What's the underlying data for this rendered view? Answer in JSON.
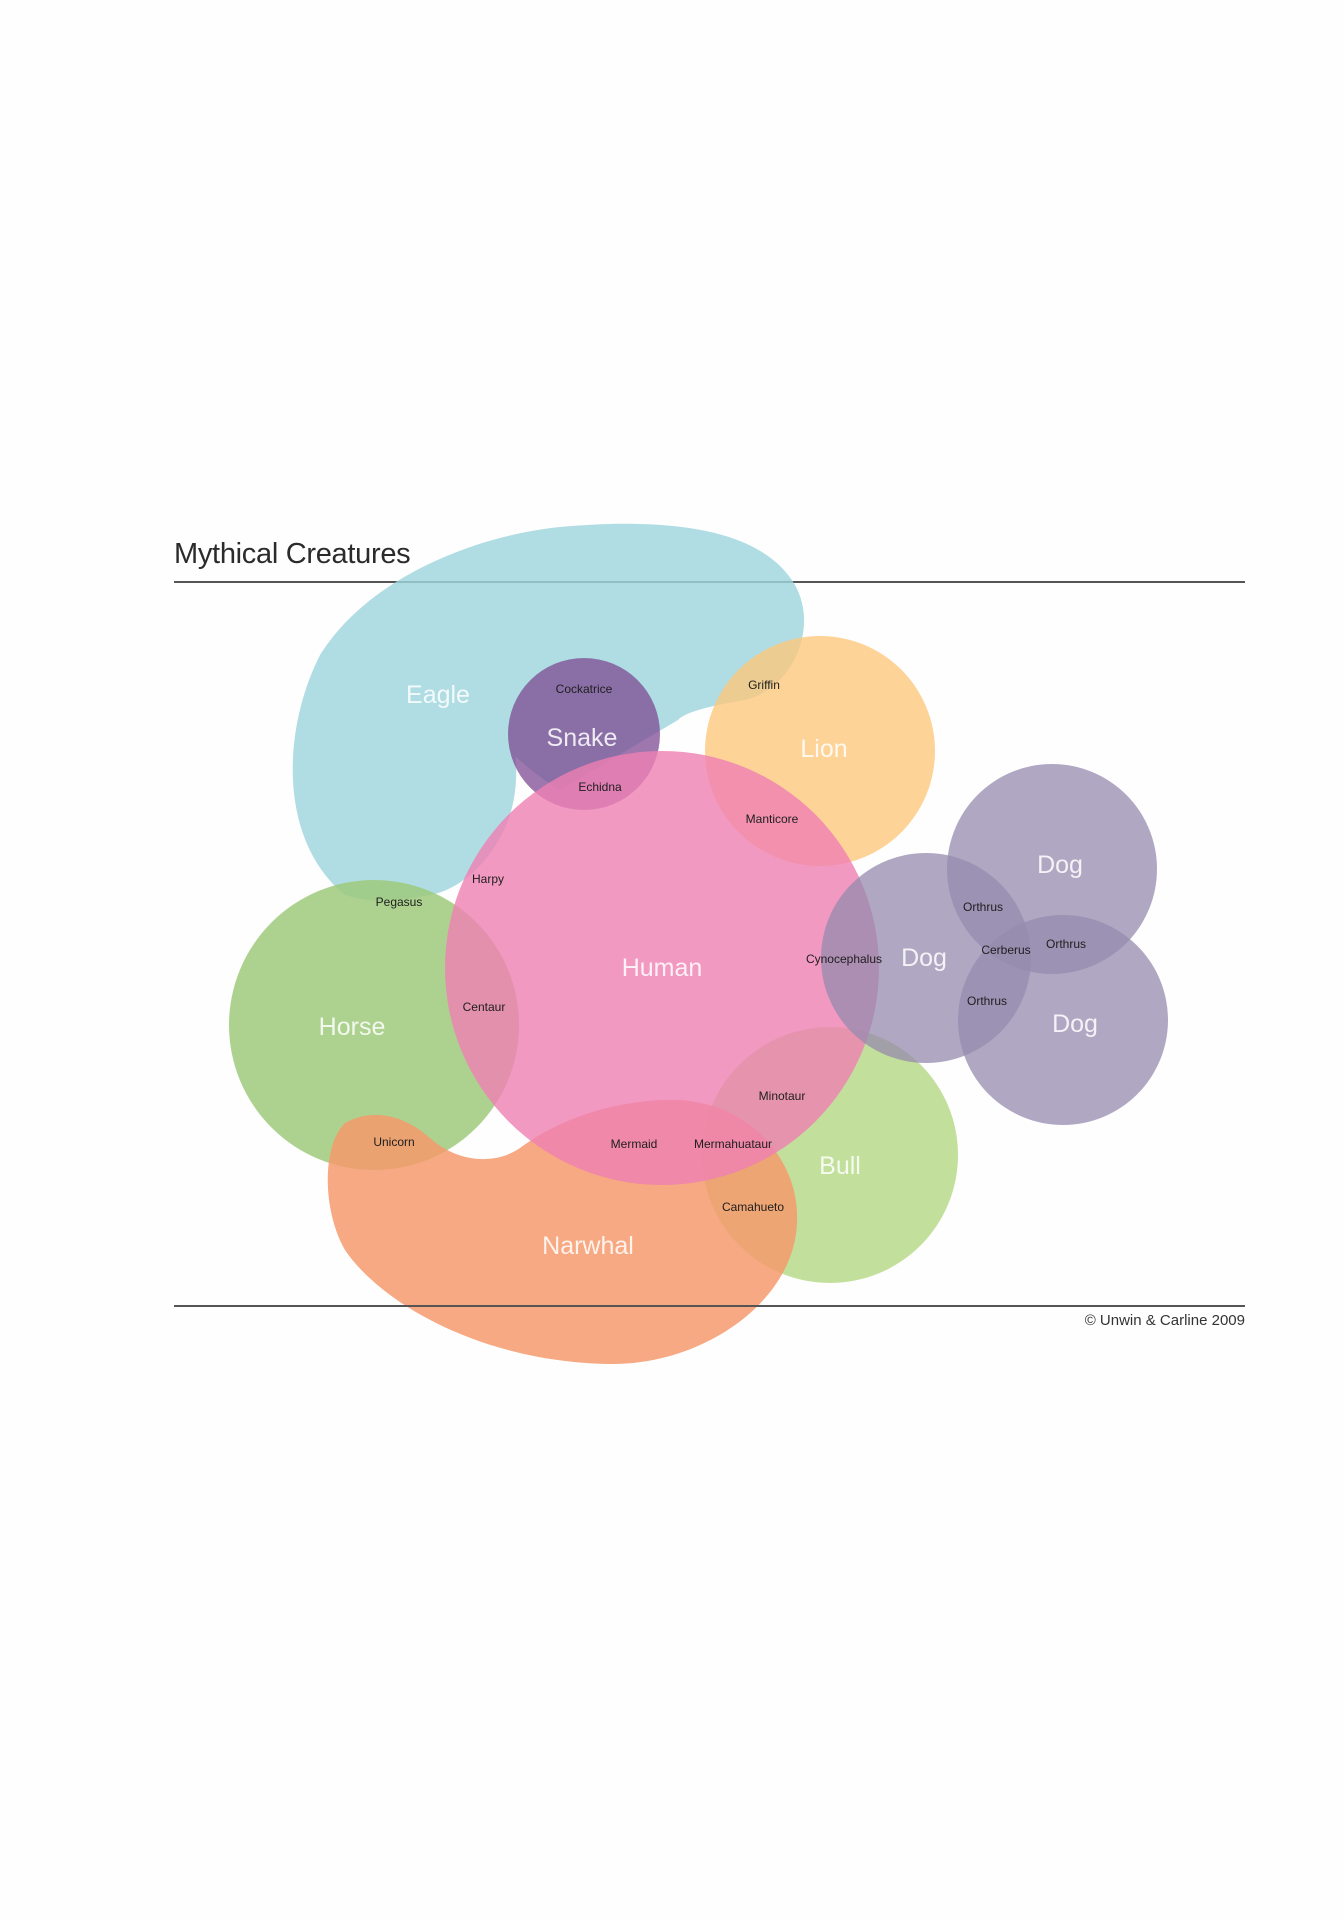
{
  "title": "Mythical Creatures",
  "credit": "© Unwin & Carline 2009",
  "animals": {
    "eagle": {
      "label": "Eagle",
      "color": "#9fd6dd"
    },
    "snake": {
      "label": "Snake",
      "color": "#7d4a93"
    },
    "lion": {
      "label": "Lion",
      "color": "#fdc87d"
    },
    "human": {
      "label": "Human",
      "color": "#ef7fb3"
    },
    "horse": {
      "label": "Horse",
      "color": "#9fca7d"
    },
    "narwhal": {
      "label": "Narwhal",
      "color": "#f49a6c"
    },
    "bull": {
      "label": "Bull",
      "color": "#b7db8b"
    },
    "dog_1": {
      "label": "Dog",
      "color": "#958bae"
    },
    "dog_2": {
      "label": "Dog",
      "color": "#958bae"
    },
    "dog_3": {
      "label": "Dog",
      "color": "#958bae"
    }
  },
  "hybrids": {
    "cockatrice": "Cockatrice",
    "griffin": "Griffin",
    "echidna": "Echidna",
    "manticore": "Manticore",
    "harpy": "Harpy",
    "pegasus": "Pegasus",
    "centaur": "Centaur",
    "cynocephalus": "Cynocephalus",
    "orthrus_1": "Orthrus",
    "orthrus_2": "Orthrus",
    "orthrus_3": "Orthrus",
    "cerberus": "Cerberus",
    "minotaur": "Minotaur",
    "unicorn": "Unicorn",
    "mermaid": "Mermaid",
    "mermahuataur": "Mermahuataur",
    "camahueto": "Camahueto"
  }
}
